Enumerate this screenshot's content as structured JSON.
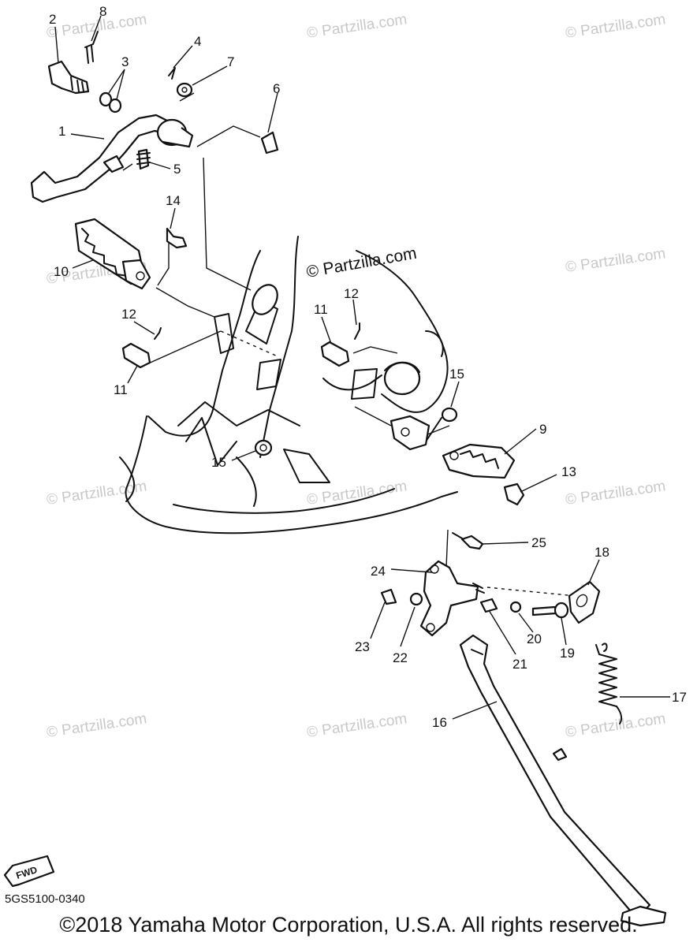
{
  "callouts": {
    "c1": "1",
    "c2": "2",
    "c3": "3",
    "c4": "4",
    "c5": "5",
    "c6": "6",
    "c7": "7",
    "c8": "8",
    "c9": "9",
    "c10": "10",
    "c11a": "11",
    "c11b": "11",
    "c12a": "12",
    "c12b": "12",
    "c13": "13",
    "c14": "14",
    "c15a": "15",
    "c15b": "15",
    "c16": "16",
    "c17": "17",
    "c18": "18",
    "c19": "19",
    "c20": "20",
    "c21": "21",
    "c22": "22",
    "c23": "23",
    "c24": "24",
    "c25": "25"
  },
  "watermark": "© Partzilla.com",
  "fwd_label": "FWD",
  "figure_code": "5GS5100-0340",
  "copyright": "©2018 Yamaha Motor Corporation, U.S.A. All rights reserved."
}
